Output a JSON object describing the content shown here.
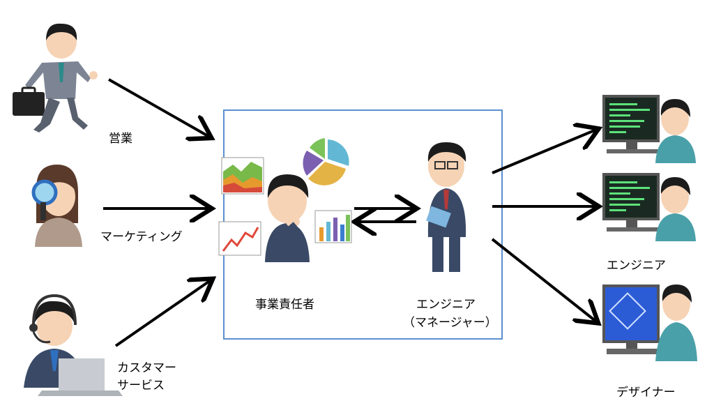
{
  "labels": {
    "sales": "営業",
    "marketing": "マーケティング",
    "customer_service_line1": "カスタマー",
    "customer_service_line2": "サービス",
    "business_owner": "事業責任者",
    "engineer_manager_line1": "エンジニア",
    "engineer_manager_line2": "（マネージャー）",
    "engineers": "エンジニア",
    "designer": "デザイナー"
  },
  "colors": {
    "box_border": "#5b8fd0",
    "arrow": "#000000",
    "suit_dark": "#3a4a66",
    "suit_gray": "#7d8595",
    "skin": "#f6d3b5",
    "hair": "#1c1c1c",
    "screen": "#1a2a22",
    "code_green": "#5de27a",
    "design_screen": "#2c5bd6"
  }
}
